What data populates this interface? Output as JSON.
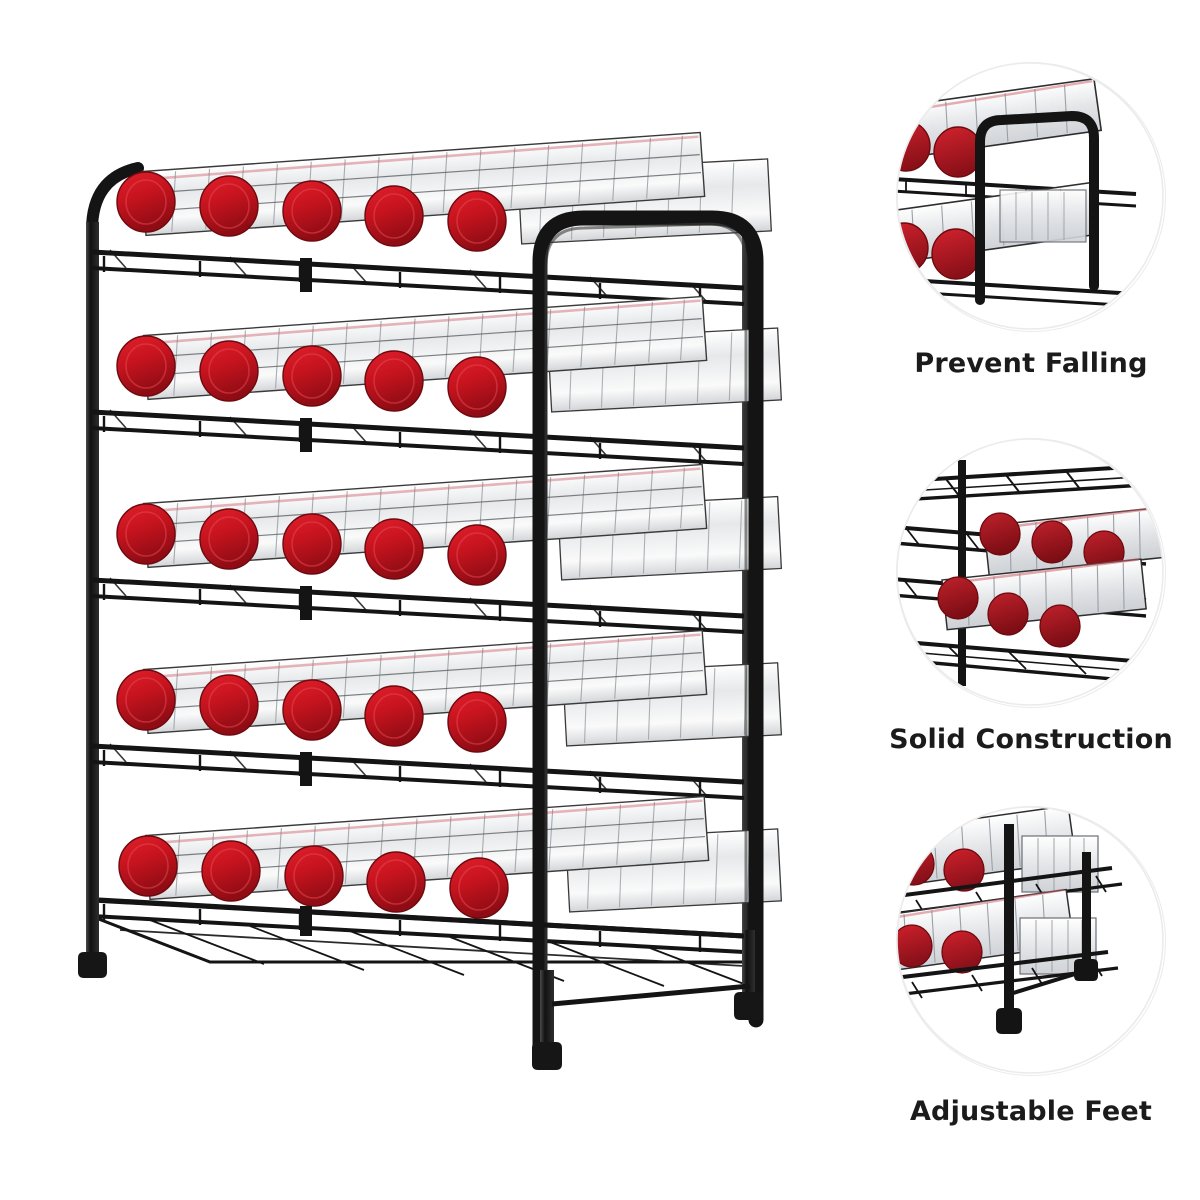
{
  "page": {
    "background_color": "#ffffff",
    "type": "product-listing-image",
    "alt": "5-tier water bottle organizer rack"
  },
  "product": {
    "name": "water-bottle-storage-rack",
    "frame_color": "#1a1a1a",
    "bottle_cap_color": "#c8141f",
    "bottle_cap_shade_color": "#8f0c14",
    "bottle_body_color": "#e9eaec",
    "tier_count": 5,
    "bottles_per_front_row": 5,
    "leg_count": 4,
    "shelf_type": "wire-grid",
    "feet_type": "adjustable",
    "tiers": [
      {
        "index": 1,
        "label": "tier-1",
        "caps": 5
      },
      {
        "index": 2,
        "label": "tier-2",
        "caps": 5
      },
      {
        "index": 3,
        "label": "tier-3",
        "caps": 5
      },
      {
        "index": 4,
        "label": "tier-4",
        "caps": 5
      },
      {
        "index": 5,
        "label": "tier-5",
        "caps": 5
      }
    ]
  },
  "features": [
    {
      "id": "prevent-falling",
      "label": "Prevent Falling",
      "inset": "close-up of rack front guard rail holding bottles"
    },
    {
      "id": "solid-construction",
      "label": "Solid Construction",
      "inset": "close-up of welded wire shelves and vertical post"
    },
    {
      "id": "adjustable-feet",
      "label": "Adjustable Feet",
      "inset": "close-up of rack legs with adjustable foot caps"
    }
  ],
  "colors": {
    "frame": "#1a1a1a",
    "cap_red": "#c8141f",
    "text": "#1b1b1b",
    "circle_outline": "#ebebeb",
    "background": "#ffffff"
  }
}
